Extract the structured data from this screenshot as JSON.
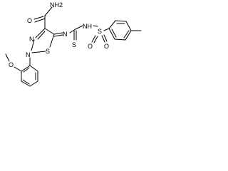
{
  "structure": {
    "atoms": {
      "carboxamide_nh2": "NH2",
      "carboxamide_o": "O",
      "imine_n": "N",
      "sulfonamide_nh": "NH",
      "sulfonyl_s": "S",
      "sulfonyl_o_left": "O",
      "sulfonyl_o_right": "O",
      "thiocarbonyl_s": "S",
      "ring_s": "S",
      "ring_n2": "N",
      "ring_n3": "N",
      "methoxy_o": "O"
    }
  }
}
